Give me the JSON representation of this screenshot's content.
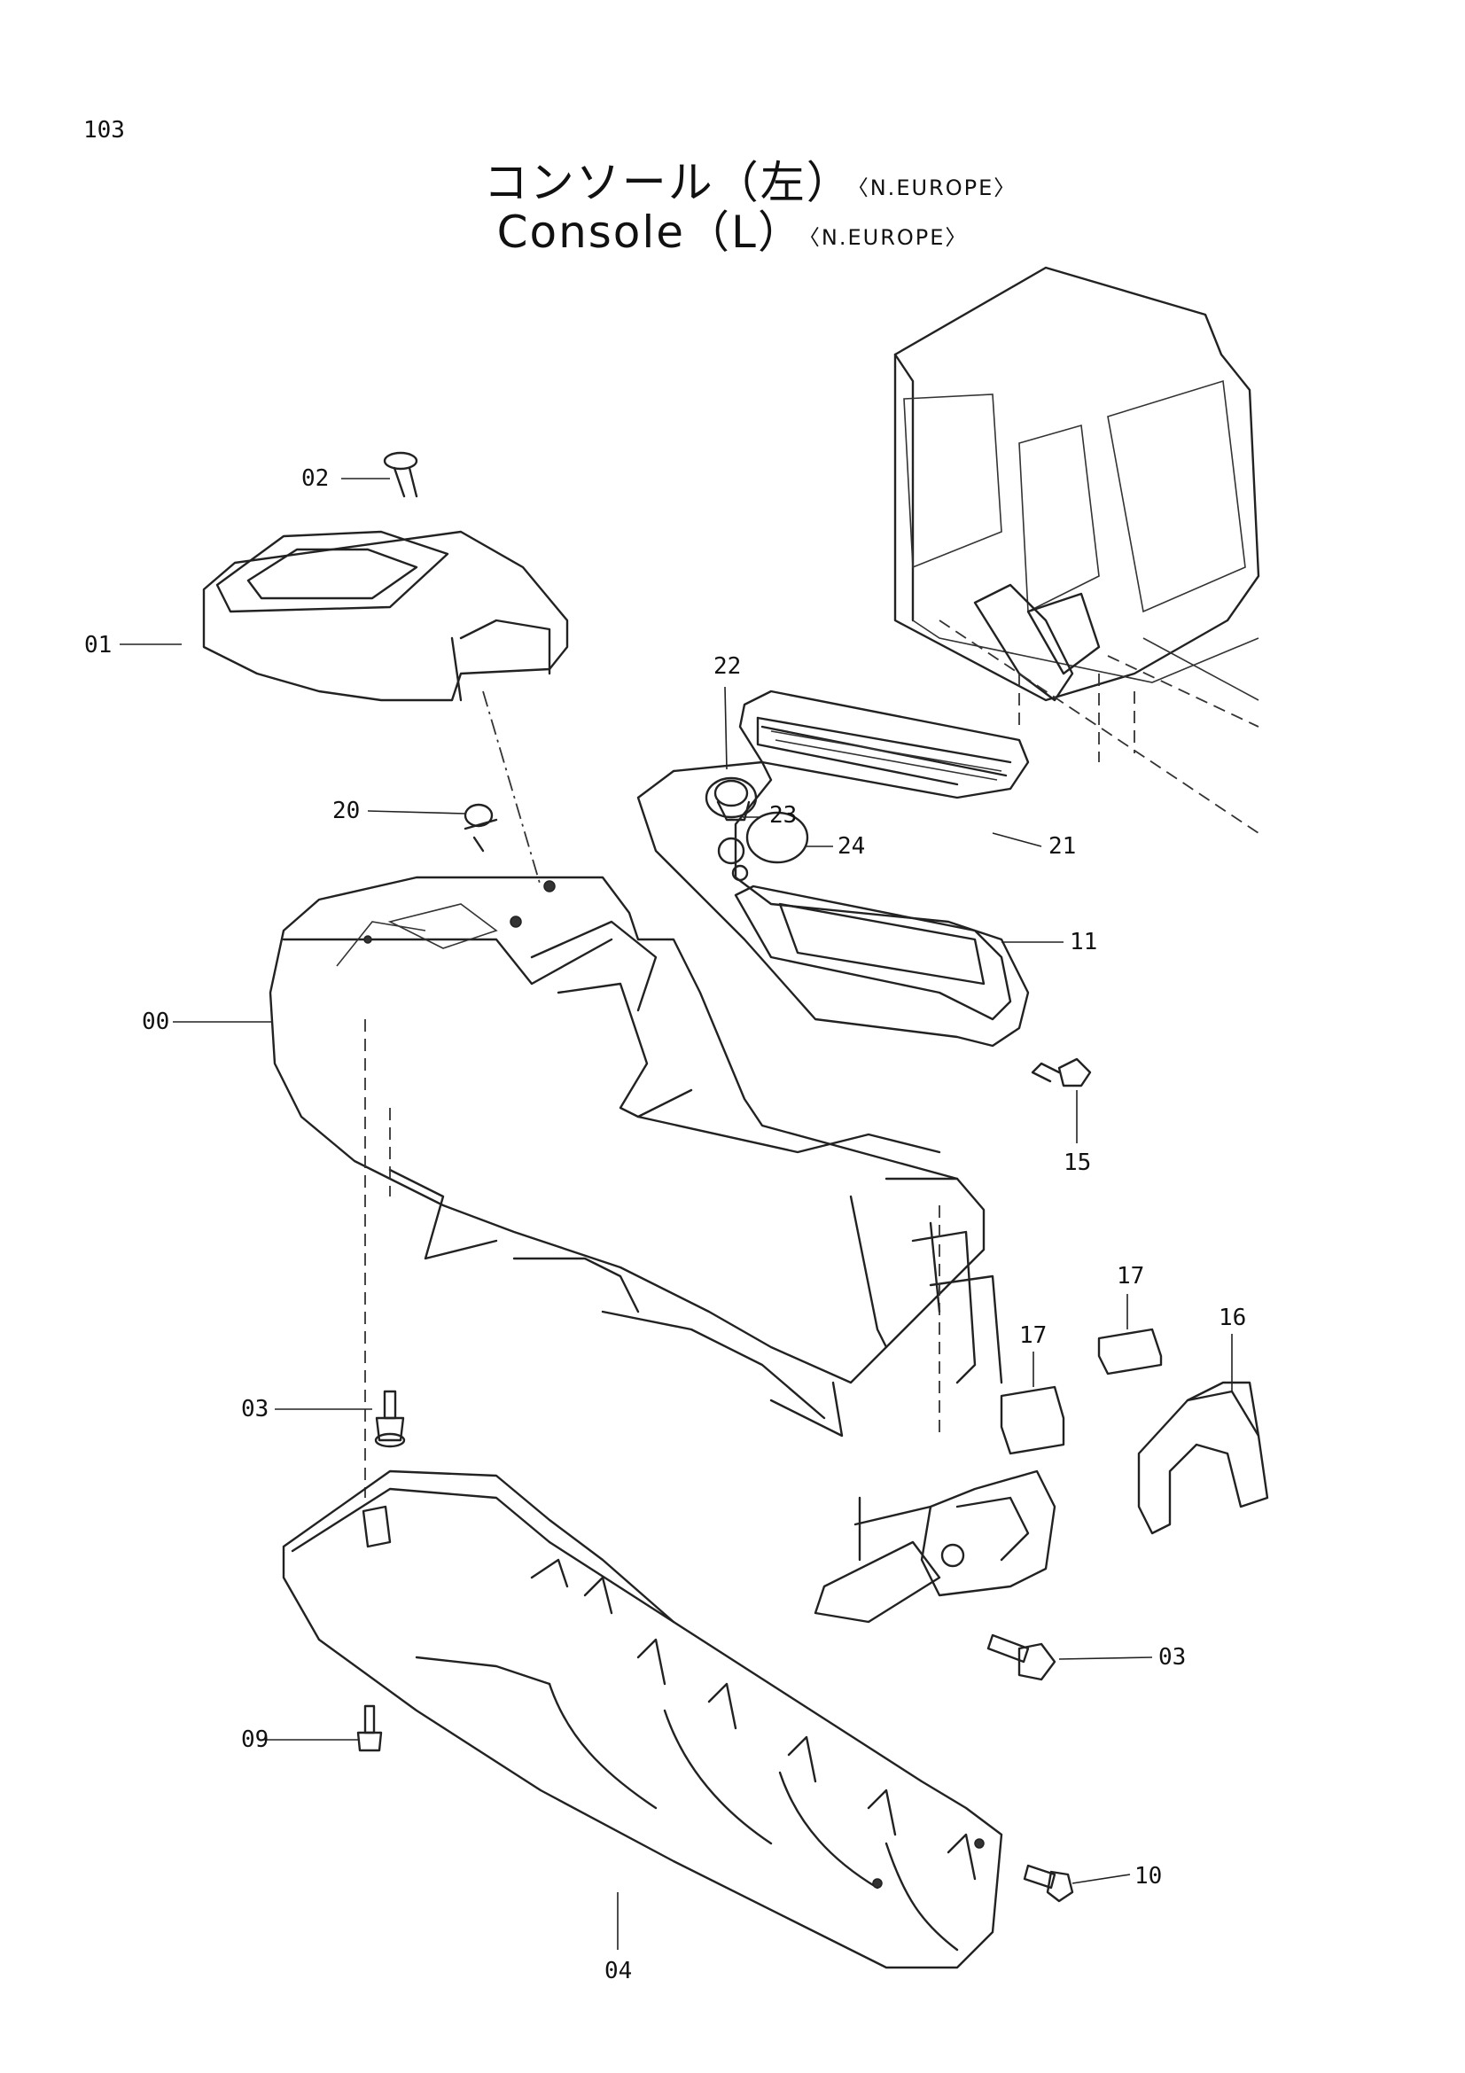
{
  "page_number": "103",
  "title_jp": "コンソール（左）",
  "title_en": "Console（L）",
  "region": "〈N.EUROPE〉",
  "part_labels": [
    "00",
    "01",
    "02",
    "03",
    "03",
    "04",
    "09",
    "10",
    "11",
    "15",
    "16",
    "17",
    "17",
    "20",
    "21",
    "22",
    "23",
    "24"
  ]
}
